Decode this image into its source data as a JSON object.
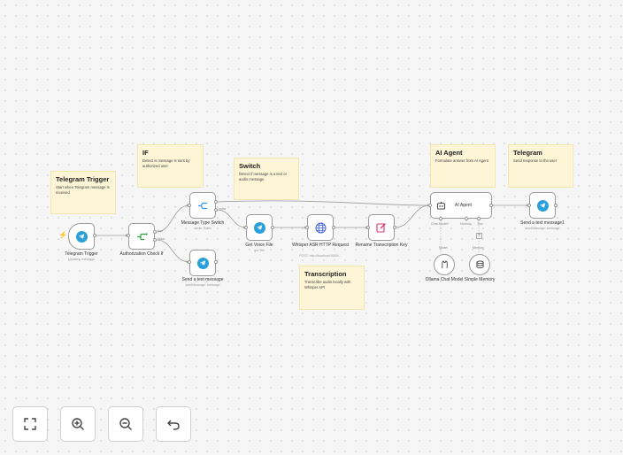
{
  "sticky_notes": [
    {
      "title": "Telegram Trigger",
      "body": "Start when Telegram message is received"
    },
    {
      "title": "IF",
      "body": "Detect is message is sent by authorized user"
    },
    {
      "title": "Switch",
      "body": "Detect if message is a text or audio message"
    },
    {
      "title": "Transcription",
      "body": "Transcribe audio locally with Whisper API"
    },
    {
      "title": "AI Agent",
      "body": "Formulate answer from AI Agent"
    },
    {
      "title": "Telegram",
      "body": "Send response to the user"
    }
  ],
  "nodes": {
    "telegram_trigger": {
      "label": "Telegram Trigger",
      "sub": "Updates: message"
    },
    "auth_check": {
      "label": "Authorization Check If"
    },
    "message_switch": {
      "label": "Message Type Switch",
      "sub": "mode: Rules"
    },
    "send_text": {
      "label": "Send a text message",
      "sub": "sendMessage: message"
    },
    "get_voice": {
      "label": "Get Voice File",
      "sub": "get: file"
    },
    "whisper": {
      "label": "Whisper ASR HTTP Request",
      "sub": "POST: http://localhost:9000/..."
    },
    "rename": {
      "label": "Rename Transcription Key"
    },
    "ai_agent": {
      "label": "AI Agent",
      "ports": [
        "Chat Model*",
        "Memory",
        "Tool"
      ]
    },
    "ollama": {
      "label": "Ollama Chat Model",
      "port": "Model"
    },
    "memory": {
      "label": "Simple Memory",
      "port": "Memory"
    },
    "send_text_1": {
      "label": "Send a text message1",
      "sub": "sendMessage: message"
    }
  },
  "branch_labels": {
    "true": "true",
    "false": "false",
    "voice": "voice"
  },
  "controls": [
    "fit-view",
    "zoom-in",
    "zoom-out",
    "reset"
  ],
  "colors": {
    "telegram": "#2a9fd8",
    "sticky": "#fdf5d6",
    "edit": "#d6336c",
    "whisper": "#3b5bdb",
    "switch": "#339af0",
    "if": "#2f9e44",
    "trigger_bolt": "#e8590c"
  }
}
